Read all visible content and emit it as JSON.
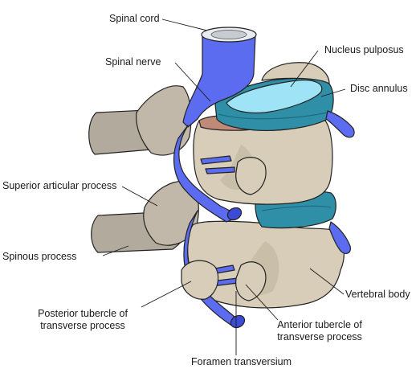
{
  "labels": {
    "spinal_cord": "Spinal cord",
    "spinal_nerve": "Spinal nerve",
    "nucleus_pulposus": "Nucleus pulposus",
    "disc_annulus": "Disc annulus",
    "superior_articular_process": "Superior articular process",
    "spinous_process": "Spinous process",
    "vertebral_body": "Vertebral body",
    "posterior_tubercle_line1": "Posterior tubercle of",
    "posterior_tubercle_line2": "transverse process",
    "anterior_tubercle_line1": "Anterior tubercle of",
    "anterior_tubercle_line2": "transverse process",
    "foramen_transversium": "Foramen transversium"
  },
  "colors": {
    "bone": "#d7cdb8",
    "bone_shadow": "#b9ae99",
    "posterior_bone": "#b3aa9e",
    "nerve": "#5c6cf0",
    "nerve_dark": "#3c4bd6",
    "disc_annulus": "#2e8fa6",
    "nucleus_pulposus": "#9fe4f6",
    "outline": "#222222"
  }
}
